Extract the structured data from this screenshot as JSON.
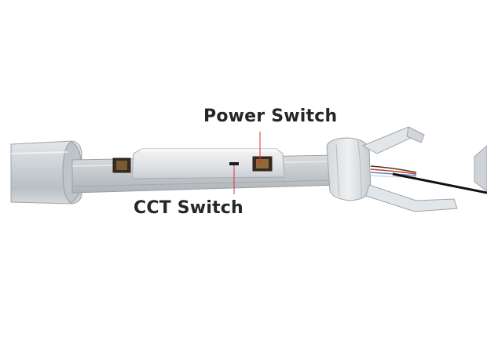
{
  "labels": {
    "power_switch": "Power Switch",
    "cct_switch": "CCT Switch"
  },
  "colors": {
    "background": "#ffffff",
    "housing": "#c9ced3",
    "callout_line": "#e0303a",
    "label_text": "#262626"
  },
  "icons": {
    "power_switch": "slide-switch",
    "cct_switch": "slide-switch"
  }
}
